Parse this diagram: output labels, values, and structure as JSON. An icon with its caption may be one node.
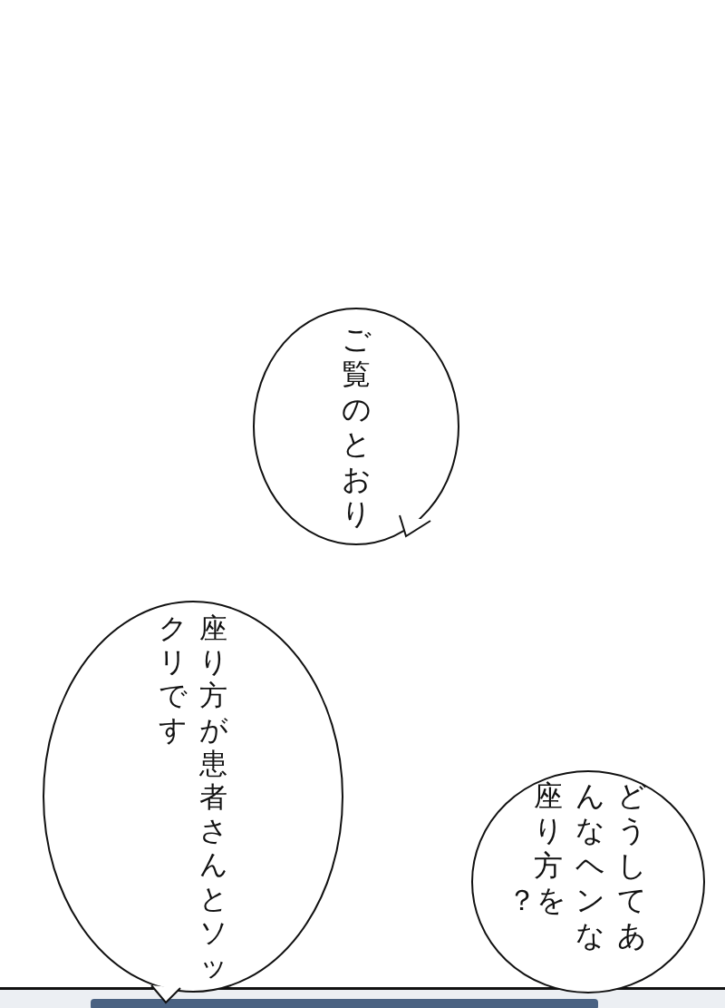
{
  "diagram": {
    "nodes": [
      {
        "text": [
          "ご覧のとおり"
        ]
      },
      {
        "text": [
          "座り方が患者さんとソックリです"
        ]
      },
      {
        "text": [
          "どうしてあんなヘンな座り方を？"
        ]
      }
    ]
  }
}
